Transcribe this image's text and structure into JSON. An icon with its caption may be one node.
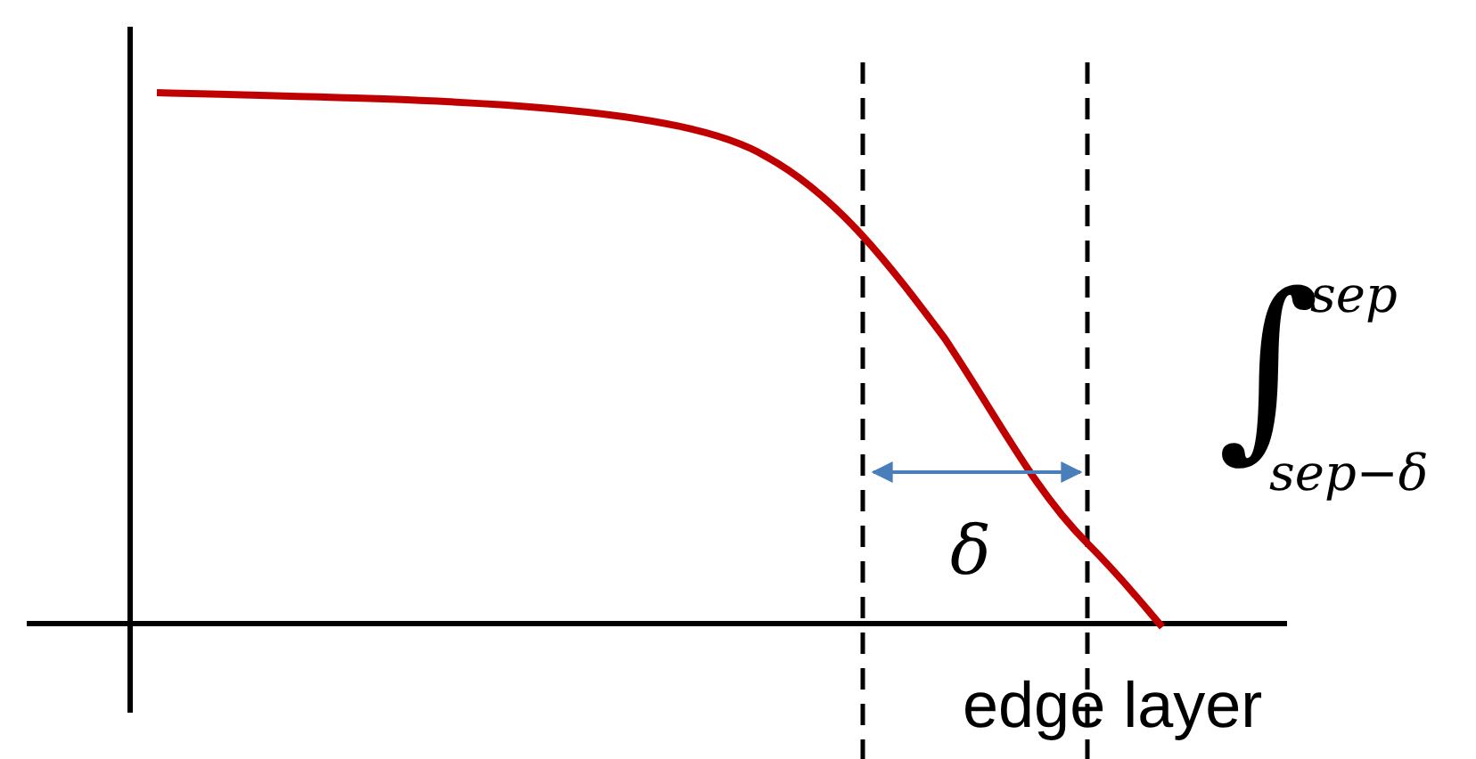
{
  "diagram": {
    "labels": [
      "sep",
      "∫",
      "sep−δ",
      "δ",
      "edge layer"
    ]
  }
}
